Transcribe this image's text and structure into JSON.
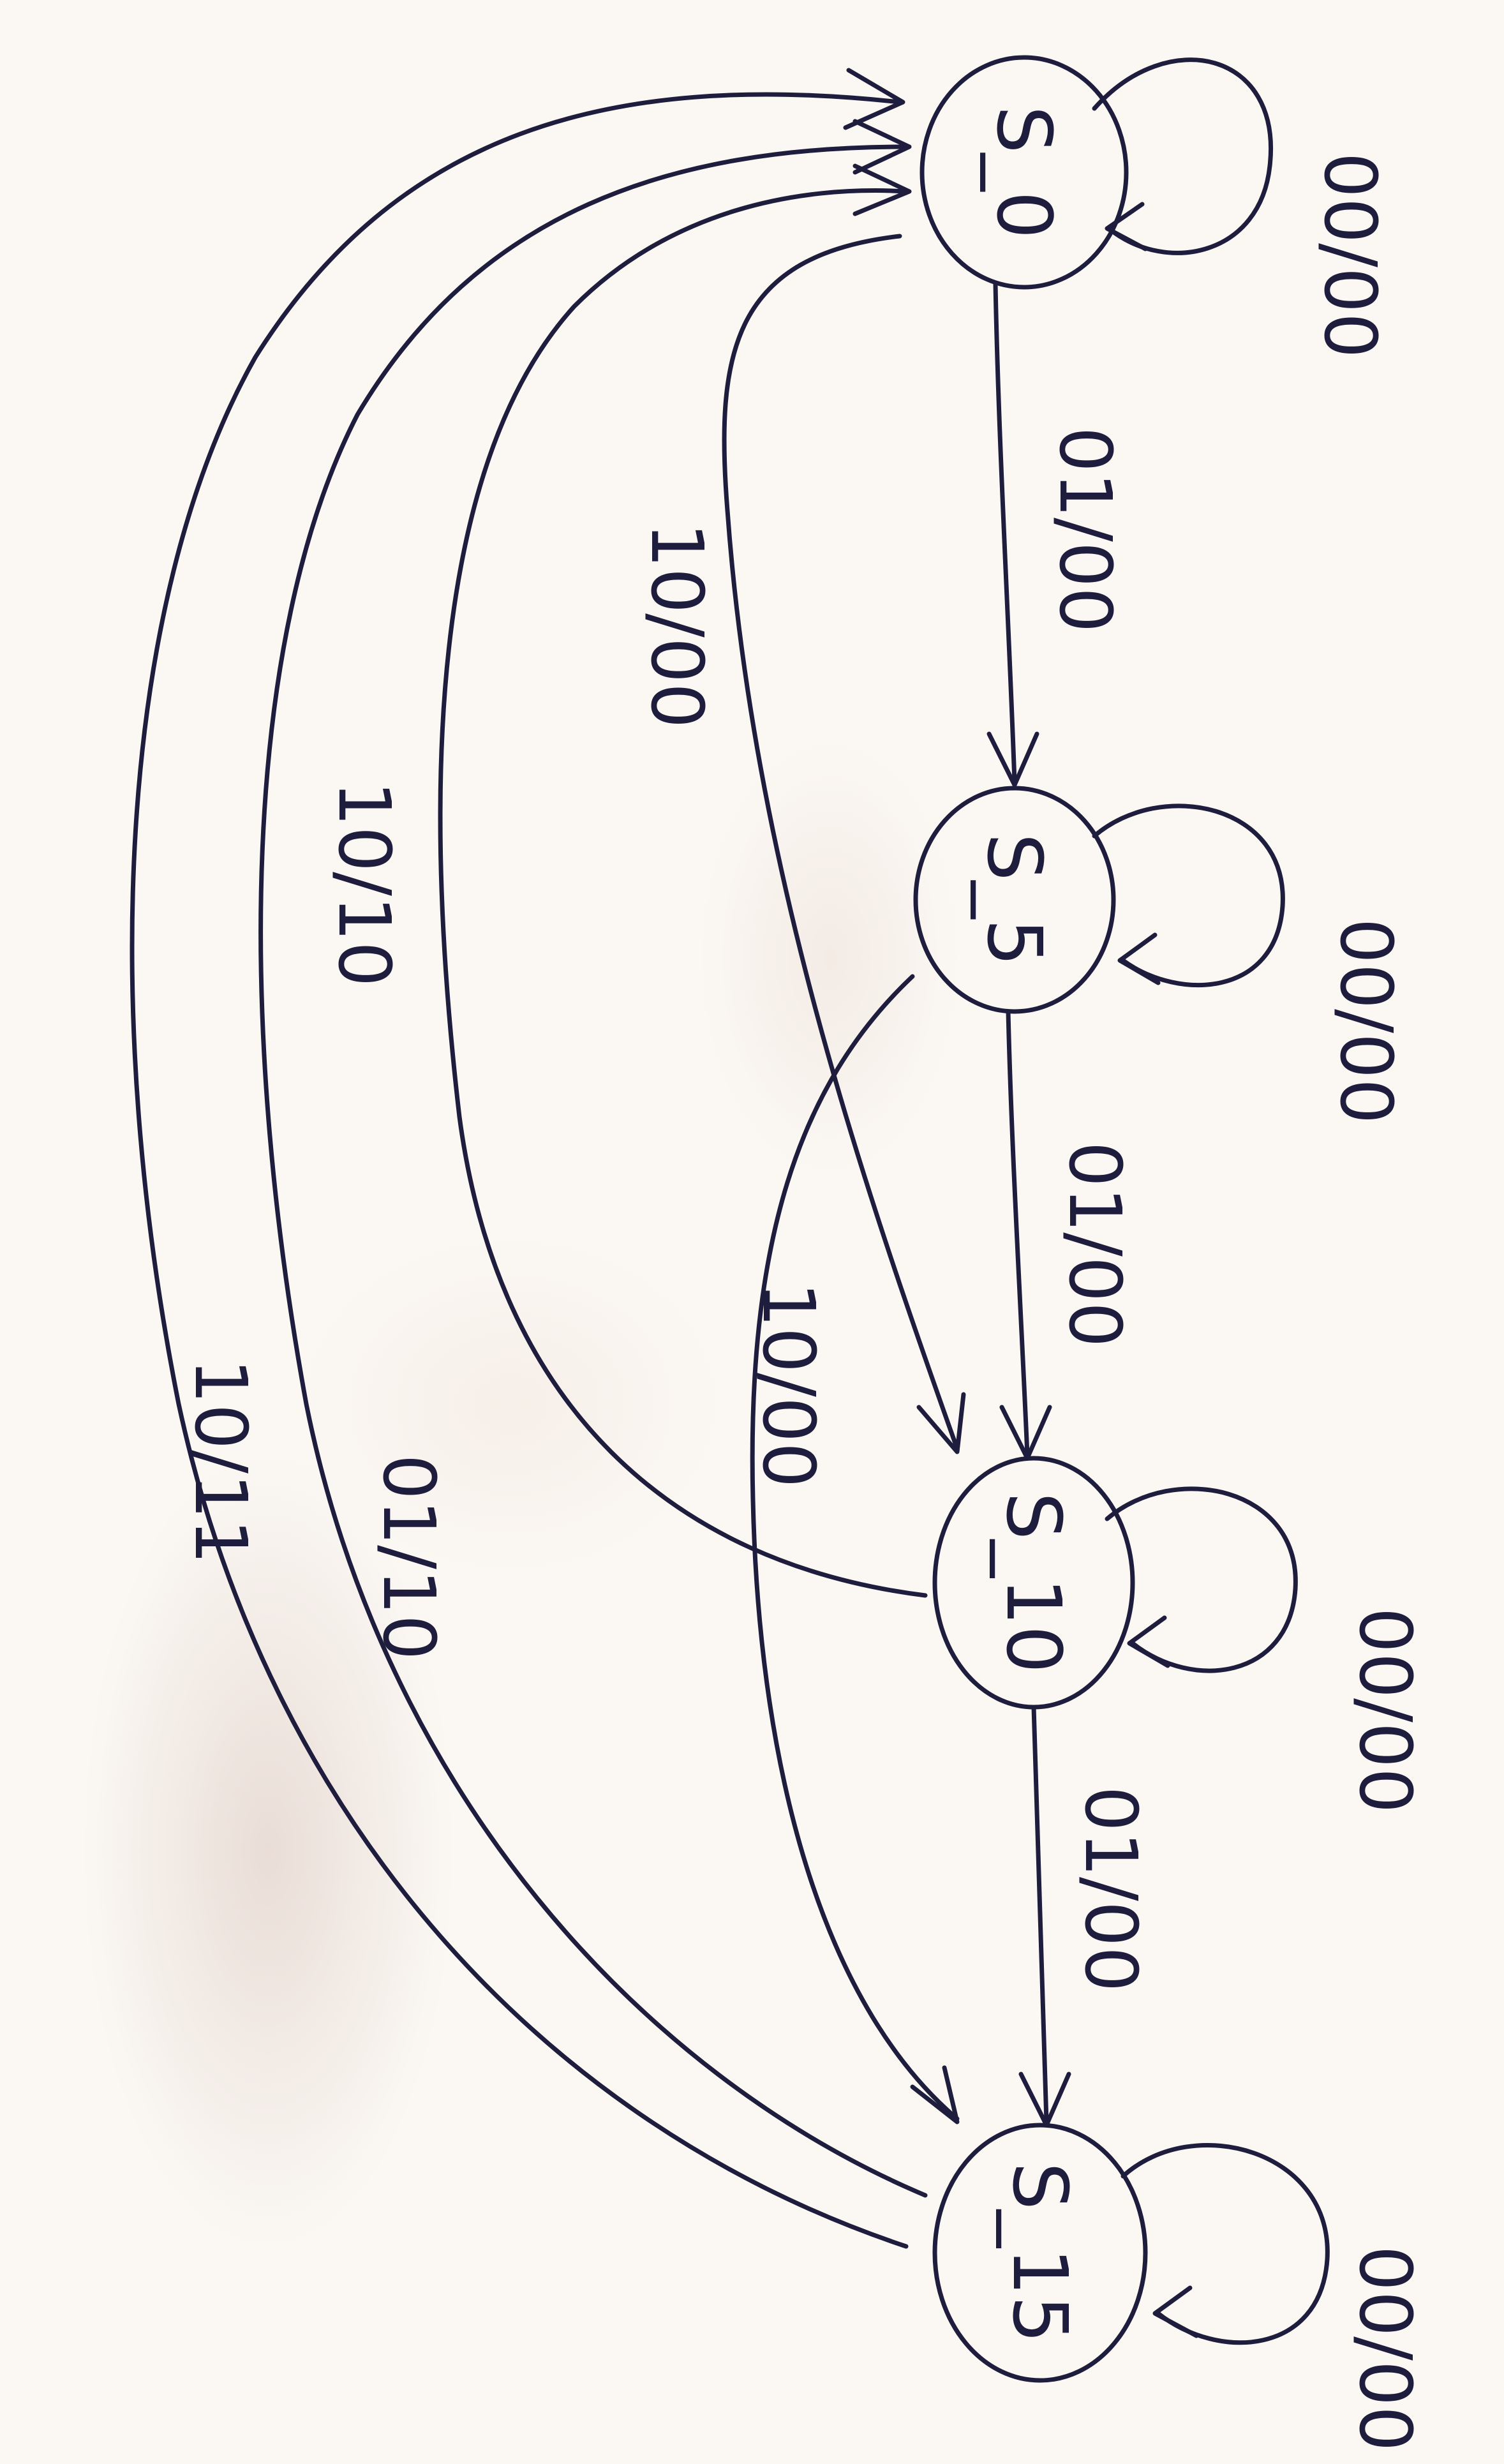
{
  "states": {
    "s0": "S_0",
    "s5": "S_5",
    "s10": "S_10",
    "s15": "S_15"
  },
  "edges": {
    "s0_self": "00/00",
    "s0_to_s5": "01/00",
    "s0_to_s10": "10/00",
    "s5_self": "00/00",
    "s5_to_s10": "01/00",
    "s5_to_s15": "10/00",
    "s10_self": "00/00",
    "s10_to_s15": "01/00",
    "s10_to_s0": "10/10",
    "s15_self": "00/00",
    "s15_to_s0_a": "01/10",
    "s15_to_s0_b": "10/11"
  }
}
